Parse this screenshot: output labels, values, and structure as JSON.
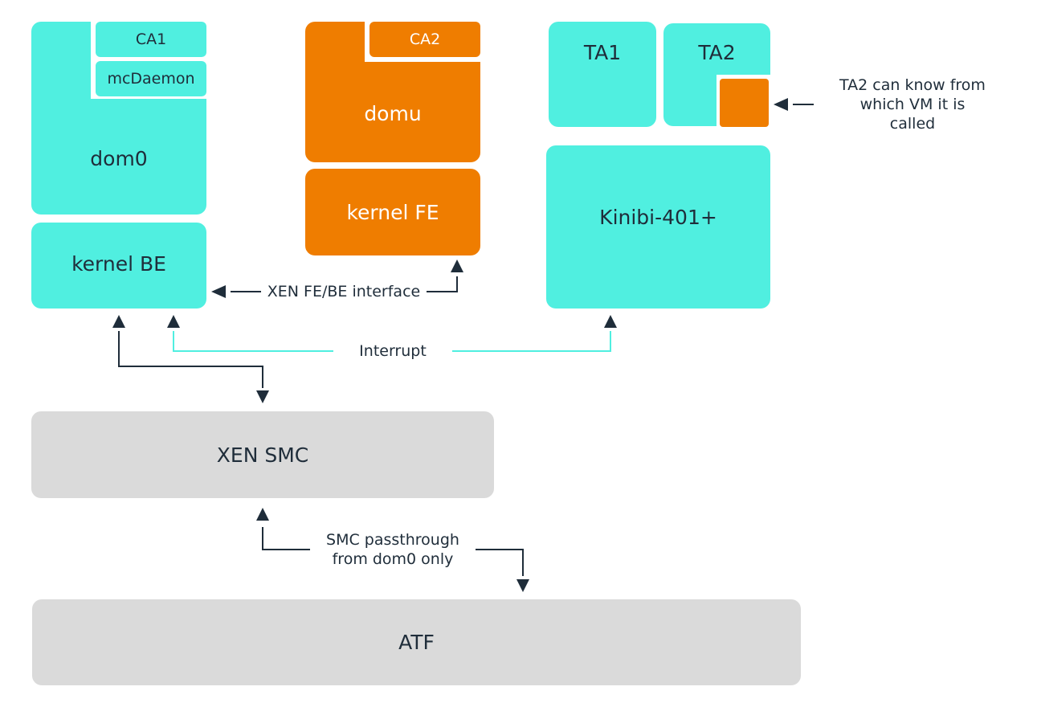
{
  "boxes": {
    "dom0": "dom0",
    "ca1": "CA1",
    "mcdaemon": "mcDaemon",
    "kernel_be": "kernel BE",
    "domu": "domu",
    "ca2": "CA2",
    "kernel_fe": "kernel FE",
    "ta1": "TA1",
    "ta2": "TA2",
    "kinibi": "Kinibi-401+",
    "xen_smc": "XEN SMC",
    "atf": "ATF"
  },
  "annotations": {
    "fe_be_interface": "XEN FE/BE interface",
    "interrupt": "Interrupt",
    "smc_passthrough_line1": "SMC passthrough",
    "smc_passthrough_line2": "from dom0 only",
    "ta2_note_line1": "TA2 can know from",
    "ta2_note_line2": "which VM it is",
    "ta2_note_line3": "called"
  },
  "colors": {
    "teal": "#50efe0",
    "orange": "#ef7d00",
    "grey": "#dadada",
    "dark": "#1f2d3a"
  }
}
